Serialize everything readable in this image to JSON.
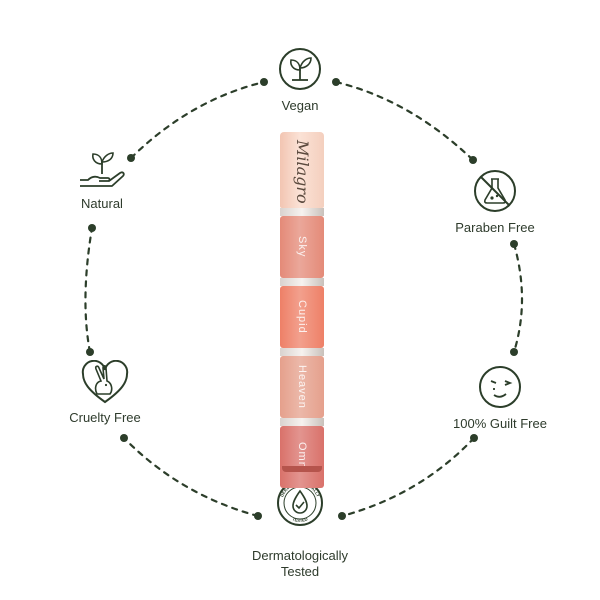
{
  "features": {
    "vegan": {
      "label": "Vegan",
      "icon": "plant-sprout-icon"
    },
    "paraben_free": {
      "label": "Paraben Free",
      "icon": "crossed-flask-icon"
    },
    "guilt_free": {
      "label": "100% Guilt Free",
      "icon": "winking-face-icon"
    },
    "dermatologically_tested": {
      "label_line1": "Dermatologically",
      "label_line2": "Tested",
      "icon": "drop-check-badge-icon",
      "badge_top": "DERMATOLOGICALLY",
      "badge_bottom": "TESTED"
    },
    "cruelty_free": {
      "label": "Cruelty Free",
      "icon": "bunny-heart-icon"
    },
    "natural": {
      "label": "Natural",
      "icon": "hand-sprout-icon"
    }
  },
  "product": {
    "brand": "Milagro",
    "shades": [
      {
        "name": "Sky",
        "color": "#e48a78"
      },
      {
        "name": "Cupid",
        "color": "#ee8067"
      },
      {
        "name": "Heaven",
        "color": "#e5a08c"
      },
      {
        "name": "Omni",
        "color": "#d9716a"
      }
    ]
  },
  "colors": {
    "ring": "#2c3e2a",
    "text": "#2e3b2c"
  }
}
